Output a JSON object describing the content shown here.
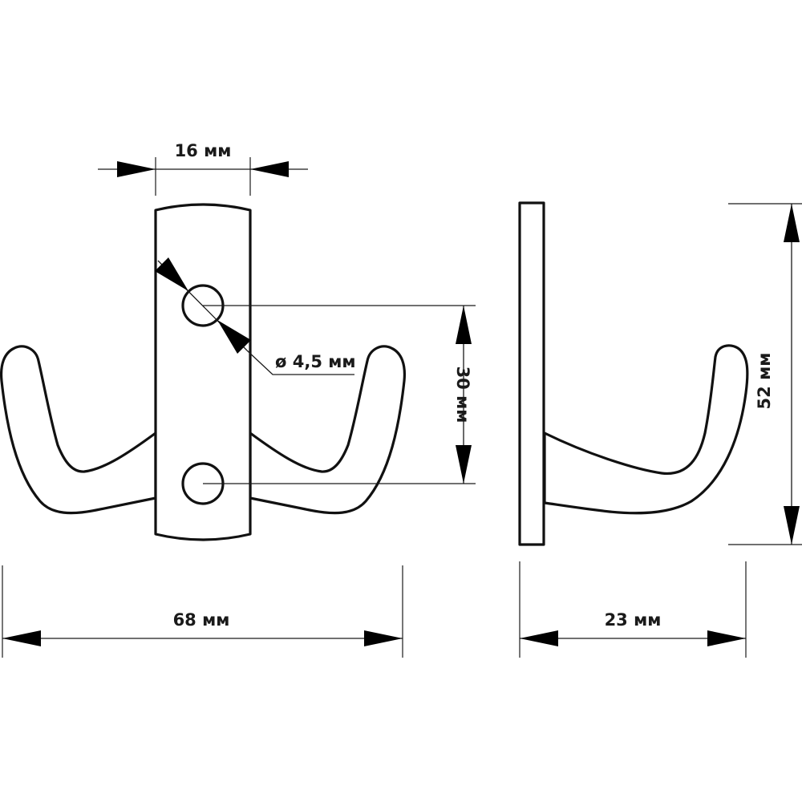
{
  "dimensions": {
    "plate_width": "16 мм",
    "hole_diameter": "ø 4,5 мм",
    "hole_spacing": "30 мм",
    "height": "52 мм",
    "overall_width": "68 мм",
    "depth": "23 мм"
  },
  "colors": {
    "line": "#111111",
    "background": "#ffffff"
  }
}
